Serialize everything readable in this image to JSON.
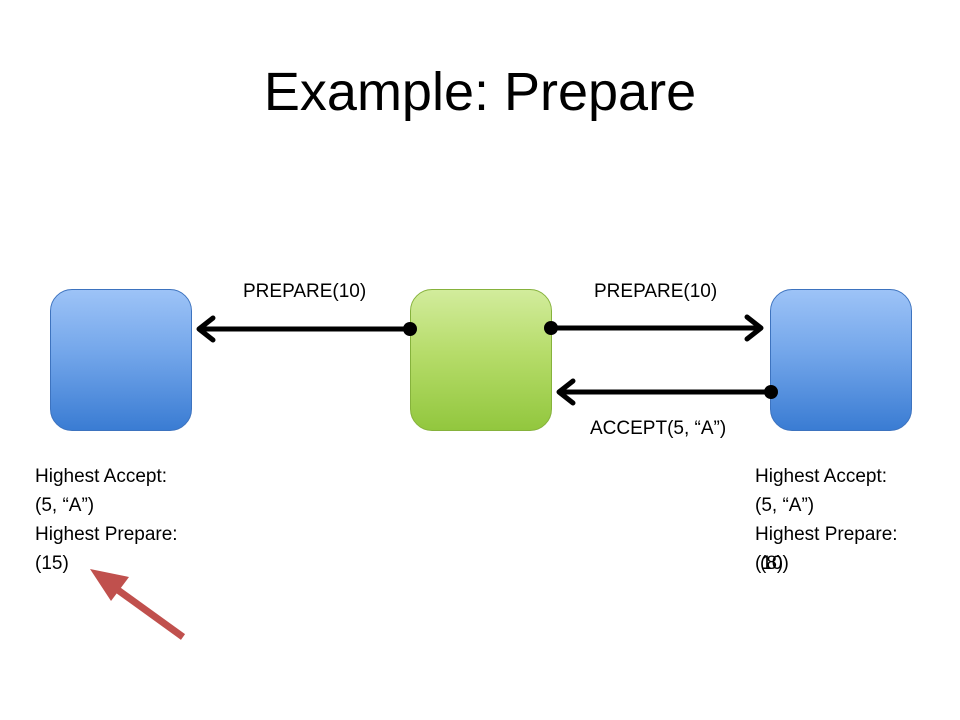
{
  "title": "Example: Prepare",
  "messages": {
    "prepare_left": "PREPARE(10)",
    "prepare_right": "PREPARE(10)",
    "accept": "ACCEPT(5, “A”)"
  },
  "left_node": {
    "accept_label": "Highest Accept:",
    "accept_value": "(5, “A”)",
    "prepare_label": "Highest Prepare:",
    "prepare_value": "(15)"
  },
  "right_node": {
    "accept_label": "Highest Accept:",
    "accept_value": "(5, “A”)",
    "prepare_label": "Highest Prepare:",
    "prepare_value": "(10)",
    "prepare_value_overwritten": "(8)"
  },
  "colors": {
    "arrow": "#000000",
    "highlight_arrow": "#c0504d",
    "node_blue": "#4f86d9",
    "node_green": "#a3d155"
  }
}
